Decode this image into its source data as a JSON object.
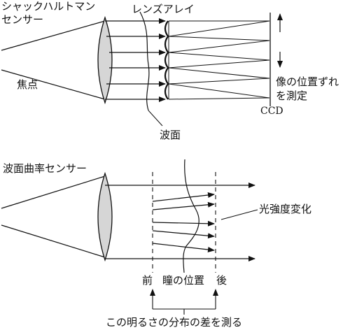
{
  "labels": {
    "shack_hartmann_line1": "シャックハルトマン",
    "shack_hartmann_line2": "センサー",
    "lens_array": "レンズアレイ",
    "focal_point": "焦点",
    "image_position_line1": "像の位置ずれ",
    "image_position_line2": "を測定",
    "ccd": "CCD",
    "wavefront": "波面",
    "curvature_sensor": "波面曲率センサー",
    "intensity_change": "光強度変化",
    "before": "前",
    "pupil_position": "瞳の位置",
    "after": "後",
    "measure_difference": "この明るさの分布の差を測る"
  }
}
